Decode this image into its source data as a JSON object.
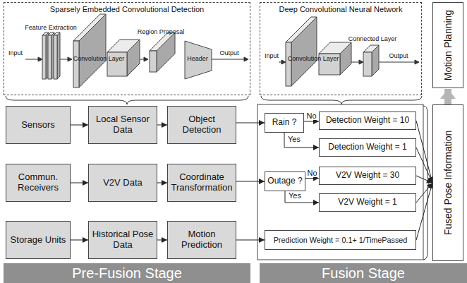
{
  "diagram": {
    "nodes": [
      {
        "text": [
          "Sparsely Embedded Convolutional Detection"
        ]
      },
      {
        "text": [
          "Deep Convolutional Neural Network"
        ]
      },
      {
        "text": [
          "Motion Planning"
        ]
      },
      {
        "text": [
          "Sensors"
        ]
      },
      {
        "text": [
          "Local Sensor Data"
        ]
      },
      {
        "text": [
          "Object Detection"
        ]
      },
      {
        "text": [
          "Commun. Receivers"
        ]
      },
      {
        "text": [
          "V2V Data"
        ]
      },
      {
        "text": [
          "Coordinate Transformation"
        ]
      },
      {
        "text": [
          "Storage Units"
        ]
      },
      {
        "text": [
          "Historical Pose Data"
        ]
      },
      {
        "text": [
          "Motion Prediction"
        ]
      },
      {
        "text": [
          "Rain ?"
        ]
      },
      {
        "text": [
          "Detection Weight = 10"
        ]
      },
      {
        "text": [
          "Detection Weight = 1"
        ]
      },
      {
        "text": [
          "Outage ?"
        ]
      },
      {
        "text": [
          "V2V Weight = 30"
        ]
      },
      {
        "text": [
          "V2V Weight = 1"
        ]
      },
      {
        "text": [
          "Prediction Weight = 0.1+ 1/TimePassed"
        ]
      },
      {
        "text": [
          "Fused Pose Information"
        ]
      },
      {
        "text": [
          "Pre-Fusion Stage"
        ]
      },
      {
        "text": [
          "Fusion Stage"
        ]
      }
    ],
    "edges": [
      {
        "from": 3,
        "to": 4,
        "arrow": "to"
      },
      {
        "from": 4,
        "to": 5,
        "arrow": "to"
      },
      {
        "from": 6,
        "to": 7,
        "arrow": "to"
      },
      {
        "from": 7,
        "to": 8,
        "arrow": "to"
      },
      {
        "from": 9,
        "to": 10,
        "arrow": "to"
      },
      {
        "from": 10,
        "to": 11,
        "arrow": "to"
      },
      {
        "from": 5,
        "to": 12,
        "arrow": "to"
      },
      {
        "from": 8,
        "to": 15,
        "arrow": "to"
      },
      {
        "from": 11,
        "to": 18,
        "arrow": "to"
      },
      {
        "from": 12,
        "to": 13,
        "label": "No",
        "arrow": "to"
      },
      {
        "from": 12,
        "to": 14,
        "label": "Yes",
        "arrow": "to"
      },
      {
        "from": 15,
        "to": 16,
        "label": "No",
        "arrow": "to"
      },
      {
        "from": 15,
        "to": 17,
        "label": "Yes",
        "arrow": "to"
      },
      {
        "from": 13,
        "to": 19,
        "arrow": "to"
      },
      {
        "from": 14,
        "to": 19,
        "arrow": "to"
      },
      {
        "from": 16,
        "to": 19,
        "arrow": "to"
      },
      {
        "from": 17,
        "to": 19,
        "arrow": "to"
      },
      {
        "from": 18,
        "to": 19,
        "arrow": "to"
      },
      {
        "from": 19,
        "to": 2,
        "arrow": "to"
      }
    ],
    "labels": [
      "Input",
      "Feature Extraction",
      "Convolution Layer",
      "Region Proposal",
      "Header",
      "Output",
      "Input",
      "Convolution Layer",
      "Connected Layer",
      "Output"
    ]
  }
}
